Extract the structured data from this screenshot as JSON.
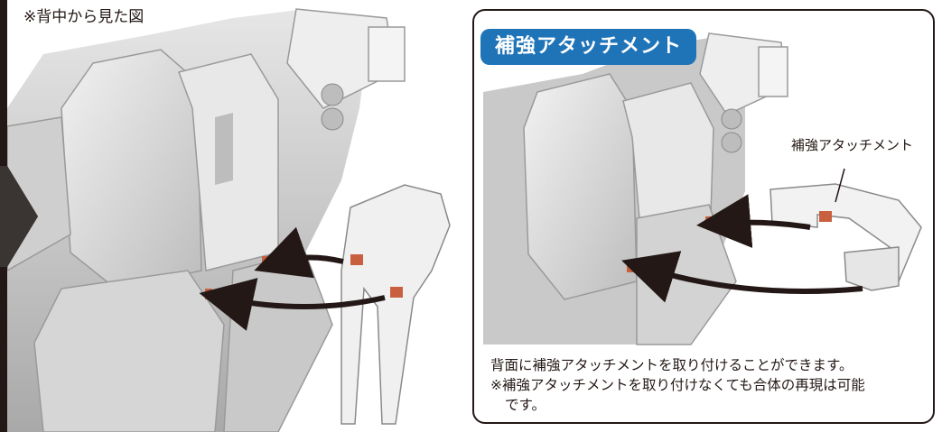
{
  "left": {
    "caption": "※背中から見た図"
  },
  "panel": {
    "title": "補強アタッチメント",
    "part_label": "補強アタッチメント",
    "description": {
      "line1": "背面に補強アタッチメントを取り付けることができます。",
      "line2": "※補強アタッチメントを取り付けなくても合体の再現は可能",
      "line3": "です。"
    }
  },
  "colors": {
    "accent": "#1f74b8",
    "frame": "#231815",
    "highlight_part": "#c8603f",
    "model_gray": "#d9d9d9"
  }
}
